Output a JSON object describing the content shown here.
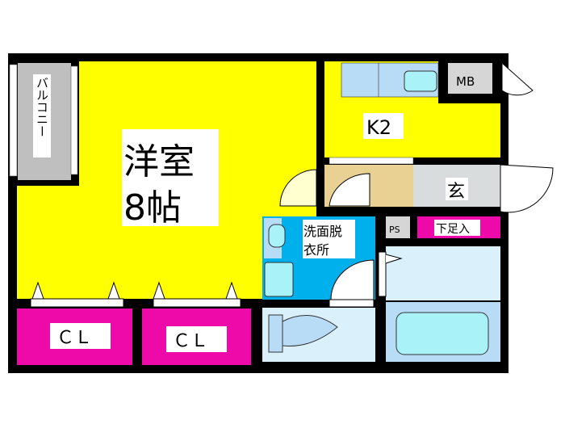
{
  "floorplan": {
    "rooms": {
      "western_room": {
        "name": "洋室",
        "size": "8帖"
      },
      "balcony": "バルコニー",
      "kitchen": "K2",
      "meter_box": "MB",
      "entrance": "玄",
      "washroom": {
        "line1": "洗面脱",
        "line2": "衣所"
      },
      "pipe_space": "PS",
      "shoe_box": "下足入",
      "closet_1": "ＣＬ",
      "closet_2": "ＣＬ"
    },
    "colors": {
      "wall": "#000000",
      "western_room": "#ffff00",
      "kitchen": "#ffff00",
      "closet": "#ee0aa8",
      "shoe_box": "#ee0aa8",
      "washroom": "#00b0ec",
      "hall": "#e8d193",
      "entrance": "#d9dcdc",
      "balcony": "#bfbfbf",
      "fixture": "#b8dcf5",
      "water": "#a8f2f8",
      "bath_area": "#daf1fb"
    }
  }
}
